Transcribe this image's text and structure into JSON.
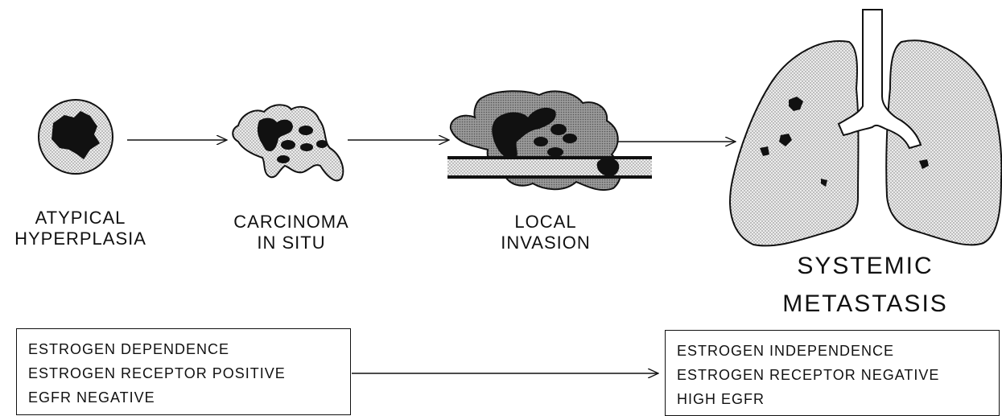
{
  "stages": [
    {
      "line1": "ATYPICAL",
      "line2": "HYPERPLASIA"
    },
    {
      "line1": "CARCINOMA",
      "line2": "IN SITU"
    },
    {
      "line1": "LOCAL",
      "line2": "INVASION"
    },
    {
      "line1": "SYSTEMIC",
      "line2": "METASTASIS"
    }
  ],
  "left_box": [
    "ESTROGEN DEPENDENCE",
    "ESTROGEN RECEPTOR POSITIVE",
    "EGFR NEGATIVE"
  ],
  "right_box": [
    "ESTROGEN INDEPENDENCE",
    "ESTROGEN RECEPTOR NEGATIVE",
    "HIGH EGFR"
  ]
}
